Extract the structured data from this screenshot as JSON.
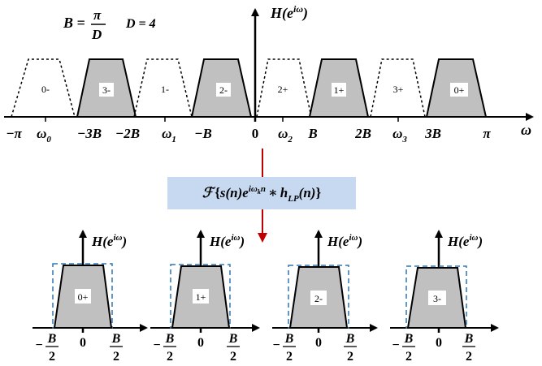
{
  "top": {
    "params_b_lhs": "B =",
    "params_b_num": "π",
    "params_b_den": "D",
    "params_d": "D = 4",
    "axis_title": "H(e",
    "axis_title_sup": "iω",
    "axis_title_close": ")",
    "omega_label": "ω",
    "bands": [
      {
        "label": "0-",
        "filled": false
      },
      {
        "label": "3-",
        "filled": true
      },
      {
        "label": "1-",
        "filled": false
      },
      {
        "label": "2-",
        "filled": true
      },
      {
        "label": "2+",
        "filled": false
      },
      {
        "label": "1+",
        "filled": true
      },
      {
        "label": "3+",
        "filled": false
      },
      {
        "label": "0+",
        "filled": true
      }
    ],
    "ticks": [
      "−π",
      "ω",
      "−3B",
      "−2B",
      "ω",
      "−B",
      "0",
      "ω",
      "B",
      "2B",
      "ω",
      "3B",
      "π"
    ],
    "tick_subs": [
      "0",
      "1",
      "2",
      "3"
    ]
  },
  "formula": {
    "script_f": "ℱ",
    "open": "{",
    "s": "s(n)e",
    "sup": "iω",
    "sup_sub": "k",
    "sup_n": "n",
    "star": "∗",
    "h": "h",
    "h_sub": "LP",
    "h_arg": "(n)",
    "close": "}"
  },
  "panels": [
    {
      "label": "0+"
    },
    {
      "label": "1+"
    },
    {
      "label": "2-"
    },
    {
      "label": "3-"
    }
  ],
  "panel_text": {
    "axis_title": "H(e",
    "axis_title_sup": "iω",
    "axis_title_close": ")",
    "minus": "−",
    "b": "B",
    "two": "2",
    "zero": "0"
  },
  "colors": {
    "fill": "#c0c0c0",
    "arrow_red": "#c00000",
    "dash_blue": "#2e75b6",
    "formula_bg": "#c6d9f1"
  }
}
